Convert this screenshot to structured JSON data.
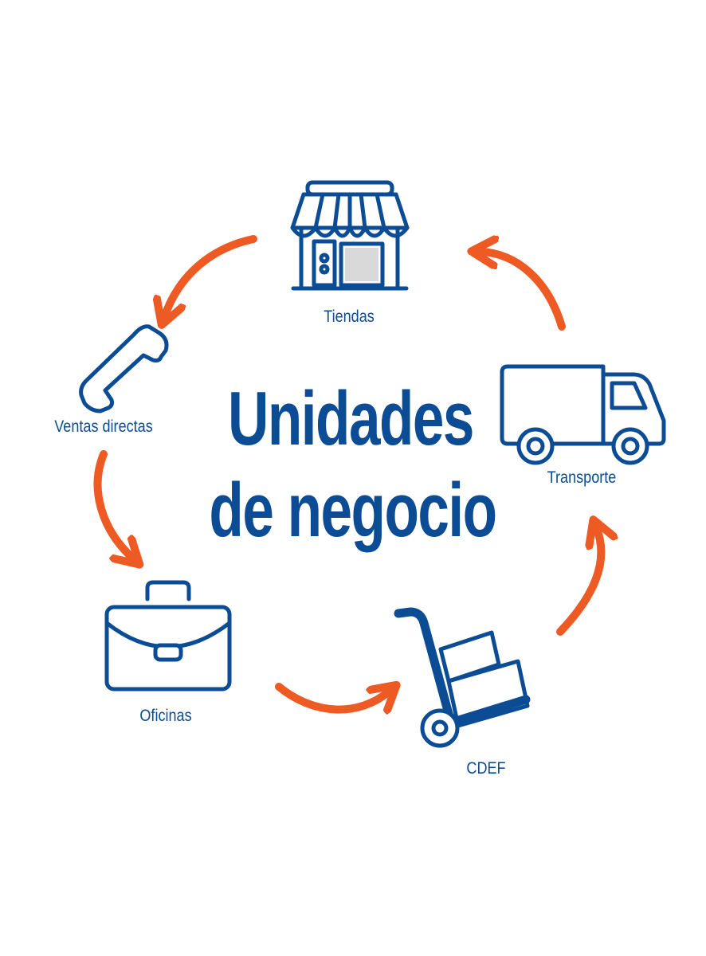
{
  "title": {
    "line1": "Unidades",
    "line2": "de negocio"
  },
  "nodes": [
    {
      "id": "tiendas",
      "label": "Tiendas",
      "icon": "store-icon"
    },
    {
      "id": "transporte",
      "label": "Transporte",
      "icon": "truck-icon"
    },
    {
      "id": "cdef",
      "label": "CDEF",
      "icon": "hand-truck-icon"
    },
    {
      "id": "oficinas",
      "label": "Oficinas",
      "icon": "briefcase-icon"
    },
    {
      "id": "ventas",
      "label": "Ventas directas",
      "icon": "phone-icon"
    }
  ],
  "colors": {
    "primary": "#0b4c94",
    "accent": "#ee5a24",
    "door_fill": "#d9d9d9"
  }
}
